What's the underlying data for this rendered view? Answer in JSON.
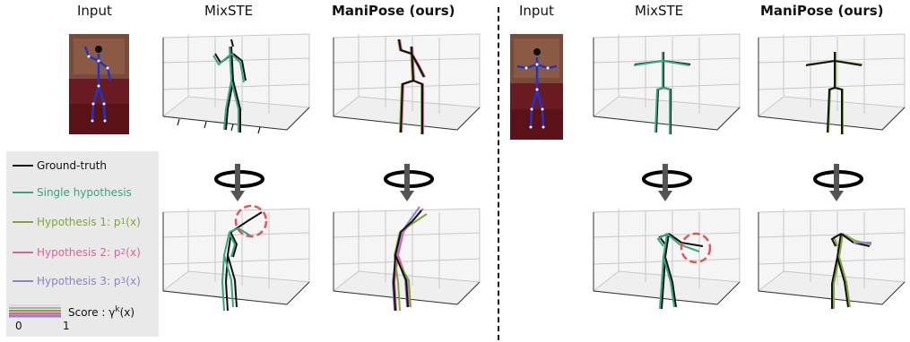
{
  "headers": {
    "left_input": "Input",
    "left_mixste": "MixSTE",
    "left_manipose": "ManiPose (ours)",
    "right_input": "Input",
    "right_mixste": "MixSTE",
    "right_manipose": "ManiPose (ours)"
  },
  "legend": {
    "ground_truth": "Ground-truth",
    "single": "Single hypothesis",
    "hyp1_prefix": "Hypothesis 1: p",
    "hyp1_sup": "1",
    "hyp1_suffix": "(x)",
    "hyp2_prefix": "Hypothesis 2: p",
    "hyp2_sup": "2",
    "hyp2_suffix": "(x)",
    "hyp3_prefix": "Hypothesis 3: p",
    "hyp3_sup": "3",
    "hyp3_suffix": "(x)",
    "score_min": "0",
    "score_max": "1",
    "score_prefix": "Score : γ",
    "score_sup": "k",
    "score_suffix": "(x)"
  },
  "colors": {
    "ground_truth": "#111111",
    "single": "#3aa57d",
    "hyp1": "#7ea83a",
    "hyp2": "#e0609a",
    "hyp3": "#8a84c8",
    "error_circle": "#e05555",
    "arrow": "#555555"
  }
}
